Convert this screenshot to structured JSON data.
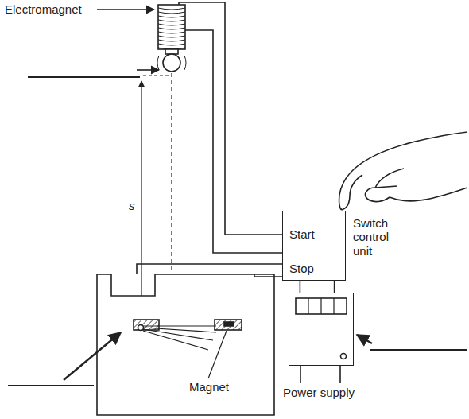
{
  "diagram": {
    "nodes": [
      {
        "text": [
          "Start",
          "Stop",
          "Switch control unit"
        ]
      },
      {
        "text": [
          "Power supply"
        ]
      }
    ],
    "edges": [
      {
        "from": 0,
        "to": 1,
        "arrow": "none"
      },
      {
        "from": 0,
        "to": 1,
        "arrow": "none"
      }
    ],
    "labels": [
      "Electromagnet",
      "s",
      "Magnet"
    ]
  }
}
